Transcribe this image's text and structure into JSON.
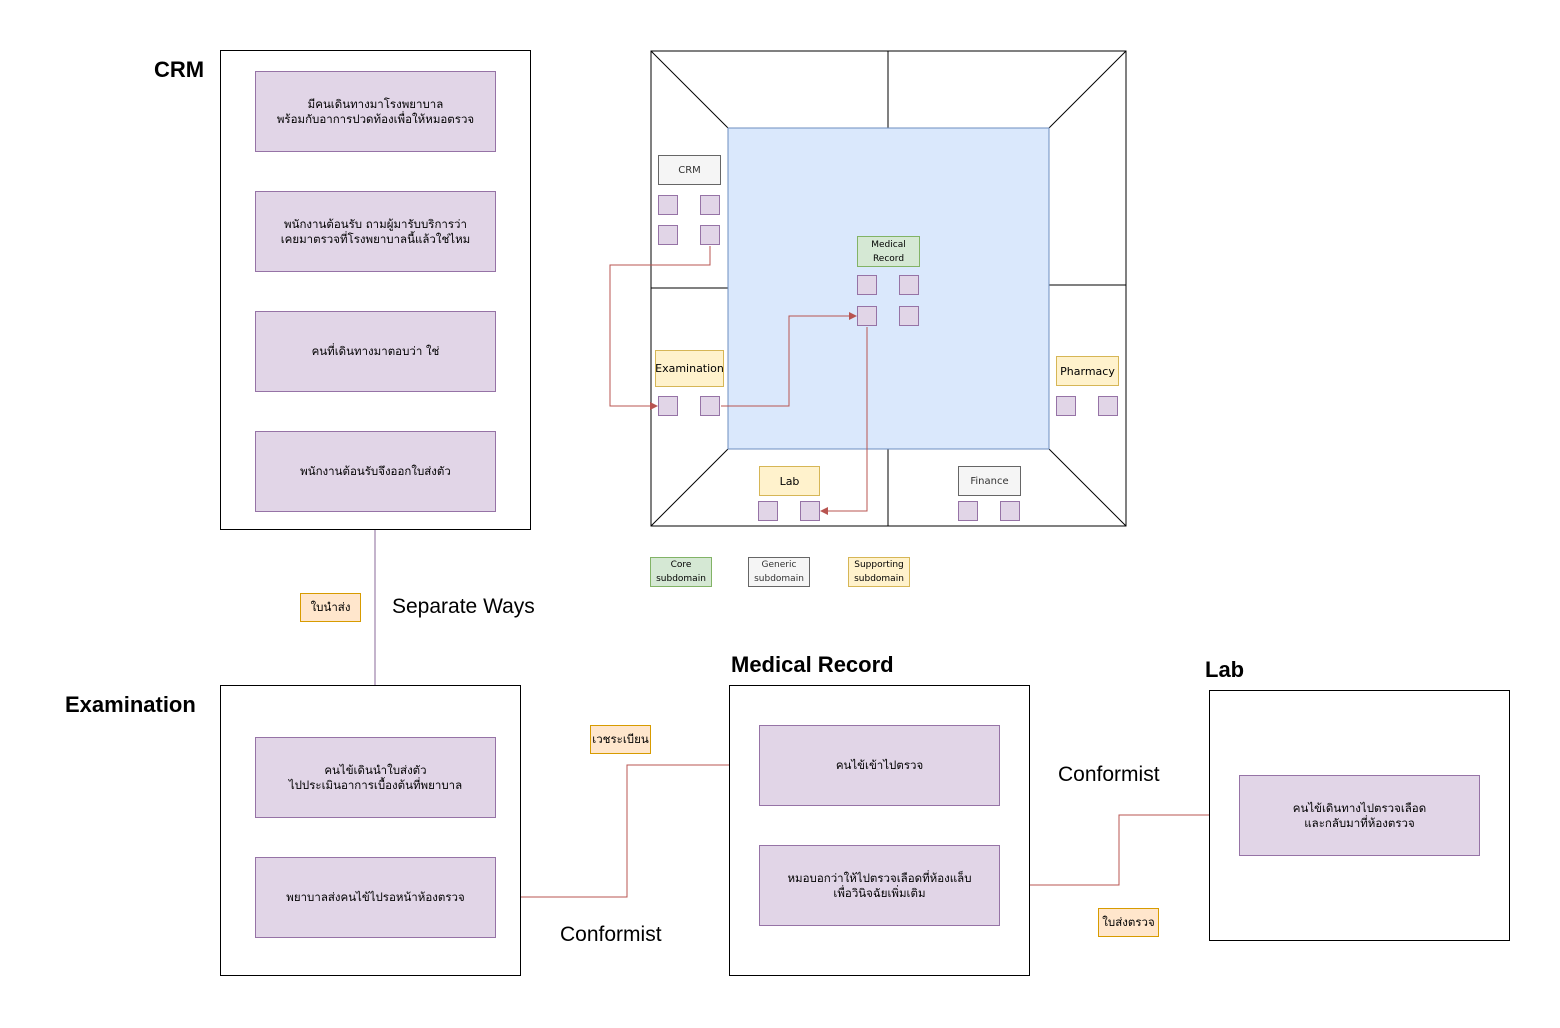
{
  "titles": {
    "crm": "CRM",
    "examination": "Examination",
    "medical_record": "Medical Record",
    "lab": "Lab"
  },
  "crm_steps": [
    "มีคนเดินทางมาโรงพยาบาล\nพร้อมกับอาการปวดท้องเพื่อให้หมอตรวจ",
    "พนักงานต้อนรับ ถามผู้มารับบริการว่า\nเคยมาตรวจที่โรงพยาบาลนี้แล้วใช่ไหม",
    "คนที่เดินทางมาตอบว่า ใช่",
    "พนักงานต้อนรับจึงออกใบส่งตัว"
  ],
  "examination_steps": [
    "คนไข้เดินนำใบส่งตัว\nไปประเมินอาการเบื้องต้นที่พยาบาล",
    "พยาบาลส่งคนไข้ไปรอหน้าห้องตรวจ"
  ],
  "medical_record_steps": [
    "คนไข้เข้าไปตรวจ",
    "หมอบอกว่าให้ไปตรวจเลือดที่ห้องแล็บ\nเพื่อวินิจฉัยเพิ่มเติม"
  ],
  "lab_steps": [
    "คนไข้เดินทางไปตรวจเลือด\nและกลับมาที่ห้องตรวจ"
  ],
  "notes": {
    "referral": "ใบนำส่ง",
    "registration": "เวชระเบียน",
    "lab_request": "ใบส่งตรวจ"
  },
  "relationships": {
    "separate_ways": "Separate Ways",
    "conformist_exam_to_record": "Conformist",
    "conformist_record_to_lab": "Conformist"
  },
  "context_map": {
    "crm": "CRM",
    "medical_record": "Medical\nRecord",
    "examination": "Examination",
    "pharmacy": "Pharmacy",
    "lab": "Lab",
    "finance": "Finance"
  },
  "legend": {
    "core": "Core\nsubdomain",
    "generic": "Generic\nsubdomain",
    "supporting": "Supporting\nsubdomain"
  },
  "colors": {
    "step_fill": "#e1d5e7",
    "step_border": "#9673a6",
    "note_fill": "#ffe6cc",
    "note_border": "#d79b00",
    "core_fill": "#d5e8d4",
    "generic_fill": "#f5f5f5",
    "supporting_fill": "#fff2cc",
    "center_fill": "#dae8fc",
    "center_border": "#6c8ebf",
    "arrow_purple": "#8a6a9a",
    "arrow_red": "#b85450"
  }
}
